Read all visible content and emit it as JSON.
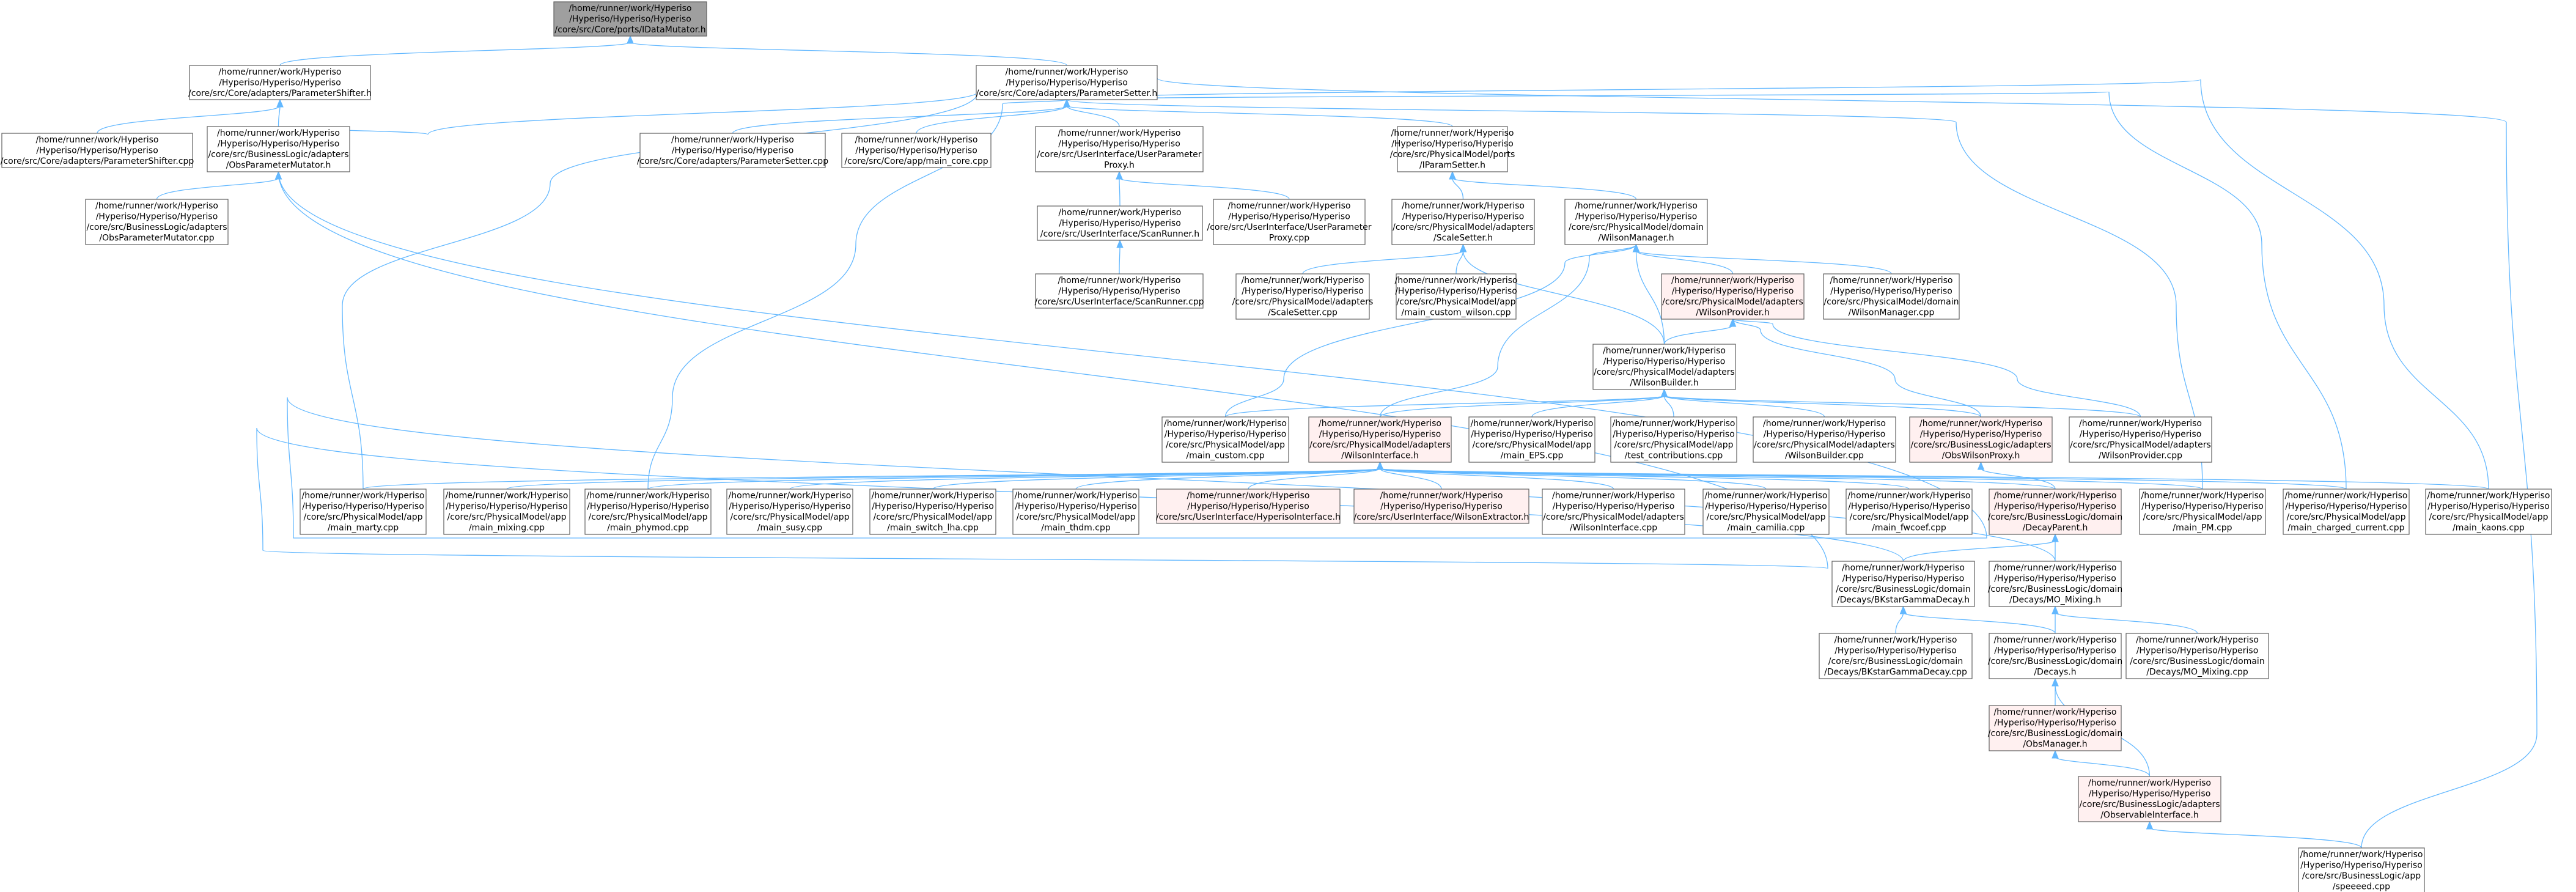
{
  "colors": {
    "edge": "#63b8ff",
    "node_fill": "#ffffff",
    "node_border": "#666666",
    "focus_fill": "#9f9f9f",
    "focus_border": "#666666",
    "red_fill": "#fff0f0",
    "red_border": "#cc0000",
    "text": "#000000"
  },
  "nodes": [
    {
      "id": "n0",
      "kind": "focus",
      "lines": [
        "/home/runner/work/Hyperiso",
        "/Hyperiso/Hyperiso/Hyperiso",
        "/core/src/Core/ports/IDataMutator.h"
      ]
    },
    {
      "id": "n1",
      "kind": "normal",
      "lines": [
        "/home/runner/work/Hyperiso",
        "/Hyperiso/Hyperiso/Hyperiso",
        "/core/src/Core/adapters/ParameterShifter.h"
      ]
    },
    {
      "id": "n2",
      "kind": "normal",
      "lines": [
        "/home/runner/work/Hyperiso",
        "/Hyperiso/Hyperiso/Hyperiso",
        "/core/src/Core/adapters/ParameterSetter.h"
      ]
    },
    {
      "id": "n3",
      "kind": "normal",
      "lines": [
        "/home/runner/work/Hyperiso",
        "/Hyperiso/Hyperiso/Hyperiso",
        "/core/src/Core/adapters/ParameterShifter.cpp"
      ]
    },
    {
      "id": "n4",
      "kind": "normal",
      "lines": [
        "/home/runner/work/Hyperiso",
        "/Hyperiso/Hyperiso/Hyperiso",
        "/core/src/BusinessLogic/adapters",
        "/ObsParameterMutator.h"
      ]
    },
    {
      "id": "n5",
      "kind": "normal",
      "lines": [
        "/home/runner/work/Hyperiso",
        "/Hyperiso/Hyperiso/Hyperiso",
        "/core/src/Core/adapters/ParameterSetter.cpp"
      ]
    },
    {
      "id": "n6",
      "kind": "normal",
      "lines": [
        "/home/runner/work/Hyperiso",
        "/Hyperiso/Hyperiso/Hyperiso",
        "/core/src/Core/app/main_core.cpp"
      ]
    },
    {
      "id": "n7",
      "kind": "normal",
      "lines": [
        "/home/runner/work/Hyperiso",
        "/Hyperiso/Hyperiso/Hyperiso",
        "/core/src/UserInterface/UserParameter",
        "Proxy.h"
      ]
    },
    {
      "id": "n8",
      "kind": "normal",
      "lines": [
        "/home/runner/work/Hyperiso",
        "/Hyperiso/Hyperiso/Hyperiso",
        "/core/src/PhysicalModel/ports",
        "/IParamSetter.h"
      ]
    },
    {
      "id": "n9",
      "kind": "normal",
      "lines": [
        "/home/runner/work/Hyperiso",
        "/Hyperiso/Hyperiso/Hyperiso",
        "/core/src/BusinessLogic/adapters",
        "/ObsParameterMutator.cpp"
      ]
    },
    {
      "id": "n10",
      "kind": "normal",
      "lines": [
        "/home/runner/work/Hyperiso",
        "/Hyperiso/Hyperiso/Hyperiso",
        "/core/src/UserInterface/ScanRunner.h"
      ]
    },
    {
      "id": "n11",
      "kind": "normal",
      "lines": [
        "/home/runner/work/Hyperiso",
        "/Hyperiso/Hyperiso/Hyperiso",
        "/core/src/UserInterface/UserParameter",
        "Proxy.cpp"
      ]
    },
    {
      "id": "n12",
      "kind": "normal",
      "lines": [
        "/home/runner/work/Hyperiso",
        "/Hyperiso/Hyperiso/Hyperiso",
        "/core/src/PhysicalModel/adapters",
        "/ScaleSetter.h"
      ]
    },
    {
      "id": "n13",
      "kind": "normal",
      "lines": [
        "/home/runner/work/Hyperiso",
        "/Hyperiso/Hyperiso/Hyperiso",
        "/core/src/PhysicalModel/domain",
        "/WilsonManager.h"
      ]
    },
    {
      "id": "n14",
      "kind": "normal",
      "lines": [
        "/home/runner/work/Hyperiso",
        "/Hyperiso/Hyperiso/Hyperiso",
        "/core/src/UserInterface/ScanRunner.cpp"
      ]
    },
    {
      "id": "n15",
      "kind": "normal",
      "lines": [
        "/home/runner/work/Hyperiso",
        "/Hyperiso/Hyperiso/Hyperiso",
        "/core/src/PhysicalModel/adapters",
        "/ScaleSetter.cpp"
      ]
    },
    {
      "id": "n16",
      "kind": "normal",
      "lines": [
        "/home/runner/work/Hyperiso",
        "/Hyperiso/Hyperiso/Hyperiso",
        "/core/src/PhysicalModel/app",
        "/main_custom_wilson.cpp"
      ]
    },
    {
      "id": "n17",
      "kind": "red",
      "lines": [
        "/home/runner/work/Hyperiso",
        "/Hyperiso/Hyperiso/Hyperiso",
        "/core/src/PhysicalModel/adapters",
        "/WilsonProvider.h"
      ]
    },
    {
      "id": "n18",
      "kind": "normal",
      "lines": [
        "/home/runner/work/Hyperiso",
        "/Hyperiso/Hyperiso/Hyperiso",
        "/core/src/PhysicalModel/domain",
        "/WilsonManager.cpp"
      ]
    },
    {
      "id": "n19",
      "kind": "normal",
      "lines": [
        "/home/runner/work/Hyperiso",
        "/Hyperiso/Hyperiso/Hyperiso",
        "/core/src/PhysicalModel/adapters",
        "/WilsonBuilder.h"
      ]
    },
    {
      "id": "n20",
      "kind": "normal",
      "lines": [
        "/home/runner/work/Hyperiso",
        "/Hyperiso/Hyperiso/Hyperiso",
        "/core/src/PhysicalModel/app",
        "/main_custom.cpp"
      ]
    },
    {
      "id": "n21",
      "kind": "red",
      "lines": [
        "/home/runner/work/Hyperiso",
        "/Hyperiso/Hyperiso/Hyperiso",
        "/core/src/PhysicalModel/adapters",
        "/WilsonInterface.h"
      ]
    },
    {
      "id": "n22",
      "kind": "normal",
      "lines": [
        "/home/runner/work/Hyperiso",
        "/Hyperiso/Hyperiso/Hyperiso",
        "/core/src/PhysicalModel/app",
        "/main_EPS.cpp"
      ]
    },
    {
      "id": "n23",
      "kind": "normal",
      "lines": [
        "/home/runner/work/Hyperiso",
        "/Hyperiso/Hyperiso/Hyperiso",
        "/core/src/PhysicalModel/app",
        "/test_contributions.cpp"
      ]
    },
    {
      "id": "n24",
      "kind": "normal",
      "lines": [
        "/home/runner/work/Hyperiso",
        "/Hyperiso/Hyperiso/Hyperiso",
        "/core/src/PhysicalModel/adapters",
        "/WilsonBuilder.cpp"
      ]
    },
    {
      "id": "n25",
      "kind": "red",
      "lines": [
        "/home/runner/work/Hyperiso",
        "/Hyperiso/Hyperiso/Hyperiso",
        "/core/src/BusinessLogic/adapters",
        "/ObsWilsonProxy.h"
      ]
    },
    {
      "id": "n26",
      "kind": "normal",
      "lines": [
        "/home/runner/work/Hyperiso",
        "/Hyperiso/Hyperiso/Hyperiso",
        "/core/src/PhysicalModel/adapters",
        "/WilsonProvider.cpp"
      ]
    },
    {
      "id": "n27",
      "kind": "normal",
      "lines": [
        "/home/runner/work/Hyperiso",
        "/Hyperiso/Hyperiso/Hyperiso",
        "/core/src/PhysicalModel/app",
        "/main_marty.cpp"
      ]
    },
    {
      "id": "n28",
      "kind": "normal",
      "lines": [
        "/home/runner/work/Hyperiso",
        "/Hyperiso/Hyperiso/Hyperiso",
        "/core/src/PhysicalModel/app",
        "/main_mixing.cpp"
      ]
    },
    {
      "id": "n29",
      "kind": "normal",
      "lines": [
        "/home/runner/work/Hyperiso",
        "/Hyperiso/Hyperiso/Hyperiso",
        "/core/src/PhysicalModel/app",
        "/main_phymod.cpp"
      ]
    },
    {
      "id": "n30",
      "kind": "normal",
      "lines": [
        "/home/runner/work/Hyperiso",
        "/Hyperiso/Hyperiso/Hyperiso",
        "/core/src/PhysicalModel/app",
        "/main_susy.cpp"
      ]
    },
    {
      "id": "n31",
      "kind": "normal",
      "lines": [
        "/home/runner/work/Hyperiso",
        "/Hyperiso/Hyperiso/Hyperiso",
        "/core/src/PhysicalModel/app",
        "/main_switch_lha.cpp"
      ]
    },
    {
      "id": "n32",
      "kind": "normal",
      "lines": [
        "/home/runner/work/Hyperiso",
        "/Hyperiso/Hyperiso/Hyperiso",
        "/core/src/PhysicalModel/app",
        "/main_thdm.cpp"
      ]
    },
    {
      "id": "n33",
      "kind": "red",
      "lines": [
        "/home/runner/work/Hyperiso",
        "/Hyperiso/Hyperiso/Hyperiso",
        "/core/src/UserInterface/HyperisoInterface.h"
      ]
    },
    {
      "id": "n34",
      "kind": "red",
      "lines": [
        "/home/runner/work/Hyperiso",
        "/Hyperiso/Hyperiso/Hyperiso",
        "/core/src/UserInterface/WilsonExtractor.h"
      ]
    },
    {
      "id": "n35",
      "kind": "normal",
      "lines": [
        "/home/runner/work/Hyperiso",
        "/Hyperiso/Hyperiso/Hyperiso",
        "/core/src/PhysicalModel/adapters",
        "/WilsonInterface.cpp"
      ]
    },
    {
      "id": "n36",
      "kind": "normal",
      "lines": [
        "/home/runner/work/Hyperiso",
        "/Hyperiso/Hyperiso/Hyperiso",
        "/core/src/PhysicalModel/app",
        "/main_camilia.cpp"
      ]
    },
    {
      "id": "n37",
      "kind": "normal",
      "lines": [
        "/home/runner/work/Hyperiso",
        "/Hyperiso/Hyperiso/Hyperiso",
        "/core/src/PhysicalModel/app",
        "/main_fwcoef.cpp"
      ]
    },
    {
      "id": "n38",
      "kind": "red",
      "lines": [
        "/home/runner/work/Hyperiso",
        "/Hyperiso/Hyperiso/Hyperiso",
        "/core/src/BusinessLogic/domain",
        "/DecayParent.h"
      ]
    },
    {
      "id": "n39",
      "kind": "normal",
      "lines": [
        "/home/runner/work/Hyperiso",
        "/Hyperiso/Hyperiso/Hyperiso",
        "/core/src/PhysicalModel/app",
        "/main_PM.cpp"
      ]
    },
    {
      "id": "n40",
      "kind": "normal",
      "lines": [
        "/home/runner/work/Hyperiso",
        "/Hyperiso/Hyperiso/Hyperiso",
        "/core/src/PhysicalModel/app",
        "/main_charged_current.cpp"
      ]
    },
    {
      "id": "n41",
      "kind": "normal",
      "lines": [
        "/home/runner/work/Hyperiso",
        "/Hyperiso/Hyperiso/Hyperiso",
        "/core/src/PhysicalModel/app",
        "/main_kaons.cpp"
      ]
    },
    {
      "id": "n42",
      "kind": "normal",
      "lines": [
        "/home/runner/work/Hyperiso",
        "/Hyperiso/Hyperiso/Hyperiso",
        "/core/src/BusinessLogic/domain",
        "/Decays/BKstarGammaDecay.h"
      ]
    },
    {
      "id": "n43",
      "kind": "normal",
      "lines": [
        "/home/runner/work/Hyperiso",
        "/Hyperiso/Hyperiso/Hyperiso",
        "/core/src/BusinessLogic/domain",
        "/Decays/MO_Mixing.h"
      ]
    },
    {
      "id": "n44",
      "kind": "normal",
      "lines": [
        "/home/runner/work/Hyperiso",
        "/Hyperiso/Hyperiso/Hyperiso",
        "/core/src/BusinessLogic/domain",
        "/Decays/BKstarGammaDecay.cpp"
      ]
    },
    {
      "id": "n45",
      "kind": "normal",
      "lines": [
        "/home/runner/work/Hyperiso",
        "/Hyperiso/Hyperiso/Hyperiso",
        "/core/src/BusinessLogic/domain",
        "/Decays.h"
      ]
    },
    {
      "id": "n46",
      "kind": "normal",
      "lines": [
        "/home/runner/work/Hyperiso",
        "/Hyperiso/Hyperiso/Hyperiso",
        "/core/src/BusinessLogic/domain",
        "/Decays/MO_Mixing.cpp"
      ]
    },
    {
      "id": "n47",
      "kind": "red",
      "lines": [
        "/home/runner/work/Hyperiso",
        "/Hyperiso/Hyperiso/Hyperiso",
        "/core/src/BusinessLogic/domain",
        "/ObsManager.h"
      ]
    },
    {
      "id": "n48",
      "kind": "red",
      "lines": [
        "/home/runner/work/Hyperiso",
        "/Hyperiso/Hyperiso/Hyperiso",
        "/core/src/BusinessLogic/adapters",
        "/ObservableInterface.h"
      ]
    },
    {
      "id": "n49",
      "kind": "normal",
      "lines": [
        "/home/runner/work/Hyperiso",
        "/Hyperiso/Hyperiso/Hyperiso",
        "/core/src/BusinessLogic/app",
        "/speeeed.cpp"
      ]
    }
  ],
  "edges": [
    [
      "n1",
      "n0"
    ],
    [
      "n2",
      "n0"
    ],
    [
      "n3",
      "n1"
    ],
    [
      "n4",
      "n1"
    ],
    [
      "n4",
      "n2"
    ],
    [
      "n5",
      "n2"
    ],
    [
      "n6",
      "n2"
    ],
    [
      "n7",
      "n2"
    ],
    [
      "n8",
      "n2"
    ],
    [
      "n27",
      "n2"
    ],
    [
      "n29",
      "n2"
    ],
    [
      "n39",
      "n2"
    ],
    [
      "n40",
      "n2"
    ],
    [
      "n41",
      "n2"
    ],
    [
      "n49",
      "n2"
    ],
    [
      "n9",
      "n4"
    ],
    [
      "n42",
      "n4"
    ],
    [
      "n43",
      "n4"
    ],
    [
      "n10",
      "n7"
    ],
    [
      "n11",
      "n7"
    ],
    [
      "n14",
      "n10"
    ],
    [
      "n12",
      "n8"
    ],
    [
      "n13",
      "n8"
    ],
    [
      "n15",
      "n12"
    ],
    [
      "n16",
      "n12"
    ],
    [
      "n19",
      "n12"
    ],
    [
      "n17",
      "n13"
    ],
    [
      "n18",
      "n13"
    ],
    [
      "n19",
      "n13"
    ],
    [
      "n20",
      "n13"
    ],
    [
      "n21",
      "n13"
    ],
    [
      "n19",
      "n17"
    ],
    [
      "n25",
      "n17"
    ],
    [
      "n26",
      "n17"
    ],
    [
      "n20",
      "n19"
    ],
    [
      "n21",
      "n19"
    ],
    [
      "n22",
      "n19"
    ],
    [
      "n23",
      "n19"
    ],
    [
      "n24",
      "n19"
    ],
    [
      "n25",
      "n19"
    ],
    [
      "n26",
      "n19"
    ],
    [
      "n27",
      "n21"
    ],
    [
      "n28",
      "n21"
    ],
    [
      "n29",
      "n21"
    ],
    [
      "n30",
      "n21"
    ],
    [
      "n31",
      "n21"
    ],
    [
      "n32",
      "n21"
    ],
    [
      "n33",
      "n21"
    ],
    [
      "n34",
      "n21"
    ],
    [
      "n35",
      "n21"
    ],
    [
      "n36",
      "n21"
    ],
    [
      "n37",
      "n21"
    ],
    [
      "n38",
      "n21"
    ],
    [
      "n39",
      "n21"
    ],
    [
      "n40",
      "n21"
    ],
    [
      "n41",
      "n21"
    ],
    [
      "n38",
      "n25"
    ],
    [
      "n42",
      "n38"
    ],
    [
      "n43",
      "n38"
    ],
    [
      "n44",
      "n42"
    ],
    [
      "n45",
      "n42"
    ],
    [
      "n45",
      "n43"
    ],
    [
      "n46",
      "n43"
    ],
    [
      "n47",
      "n45"
    ],
    [
      "n48",
      "n45"
    ],
    [
      "n48",
      "n47"
    ],
    [
      "n49",
      "n48"
    ]
  ]
}
